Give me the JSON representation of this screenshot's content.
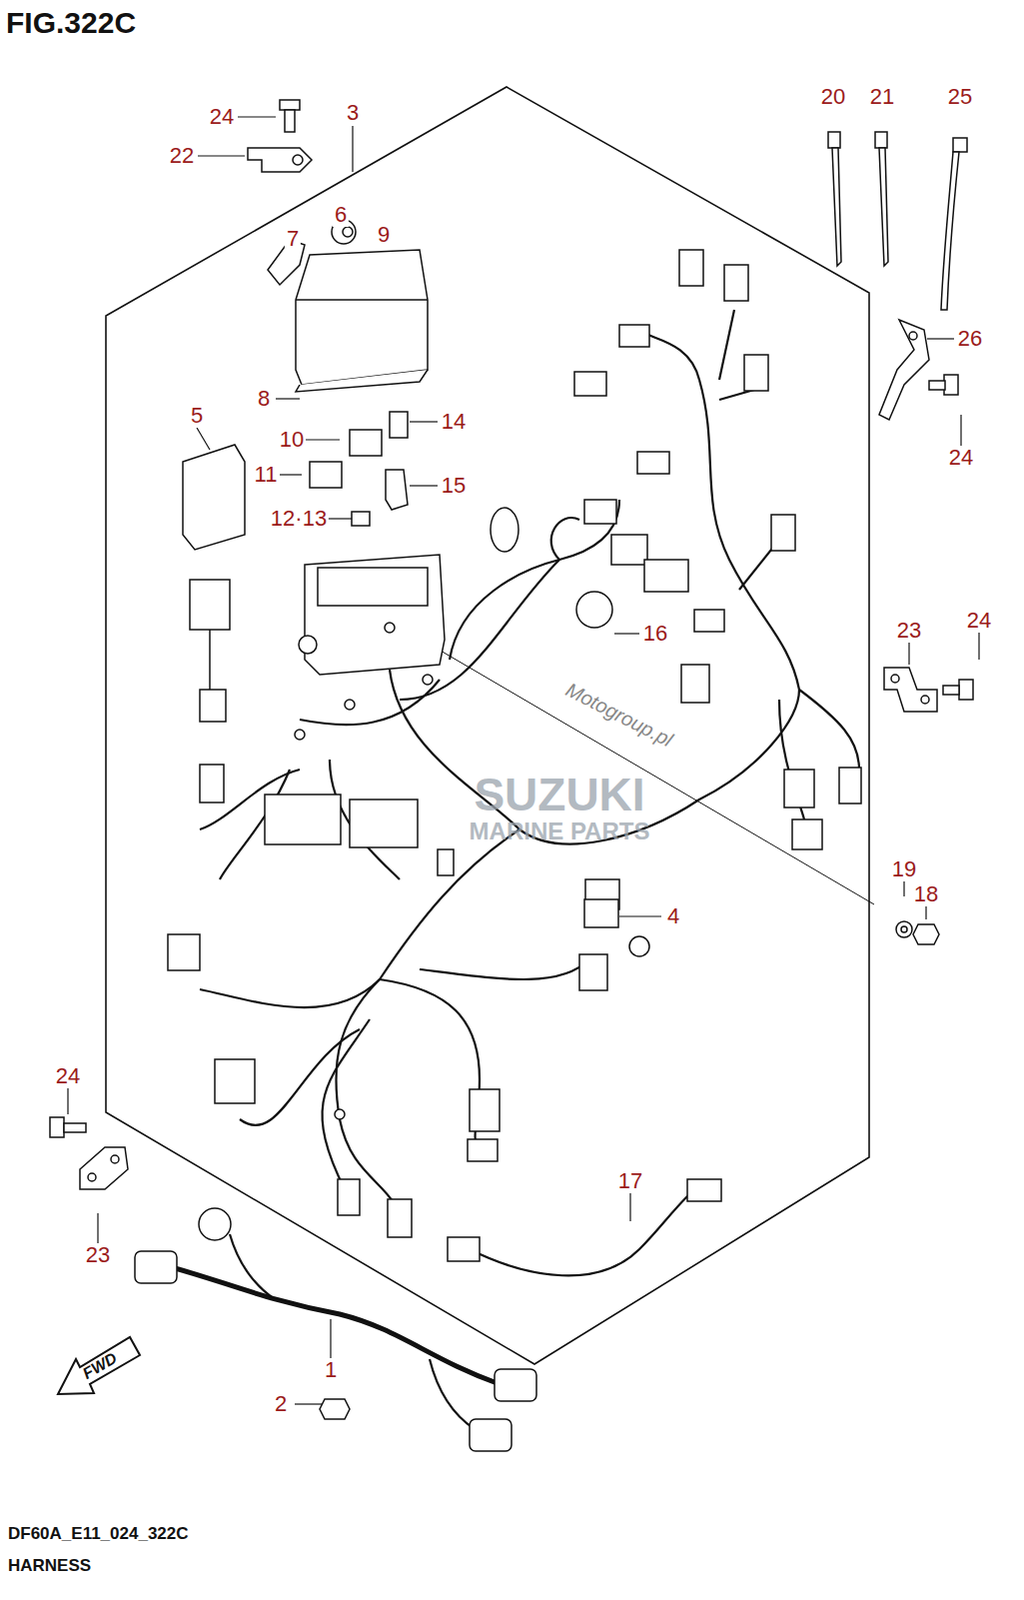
{
  "diagram": {
    "title": "FIG.322C",
    "labels": [
      "24",
      "22",
      "3",
      "20",
      "21",
      "25",
      "6",
      "9",
      "7",
      "26",
      "8",
      "5",
      "10",
      "14",
      "24",
      "11",
      "15",
      "12·13",
      "16",
      "23",
      "24",
      "Motogroup.pl",
      "SUZUKI",
      "MARINE PARTS",
      "19",
      "18",
      "4",
      "24",
      "17",
      "23",
      "1",
      "2",
      "FWD",
      "DF60A_E11_024_322C",
      "HARNESS"
    ]
  }
}
